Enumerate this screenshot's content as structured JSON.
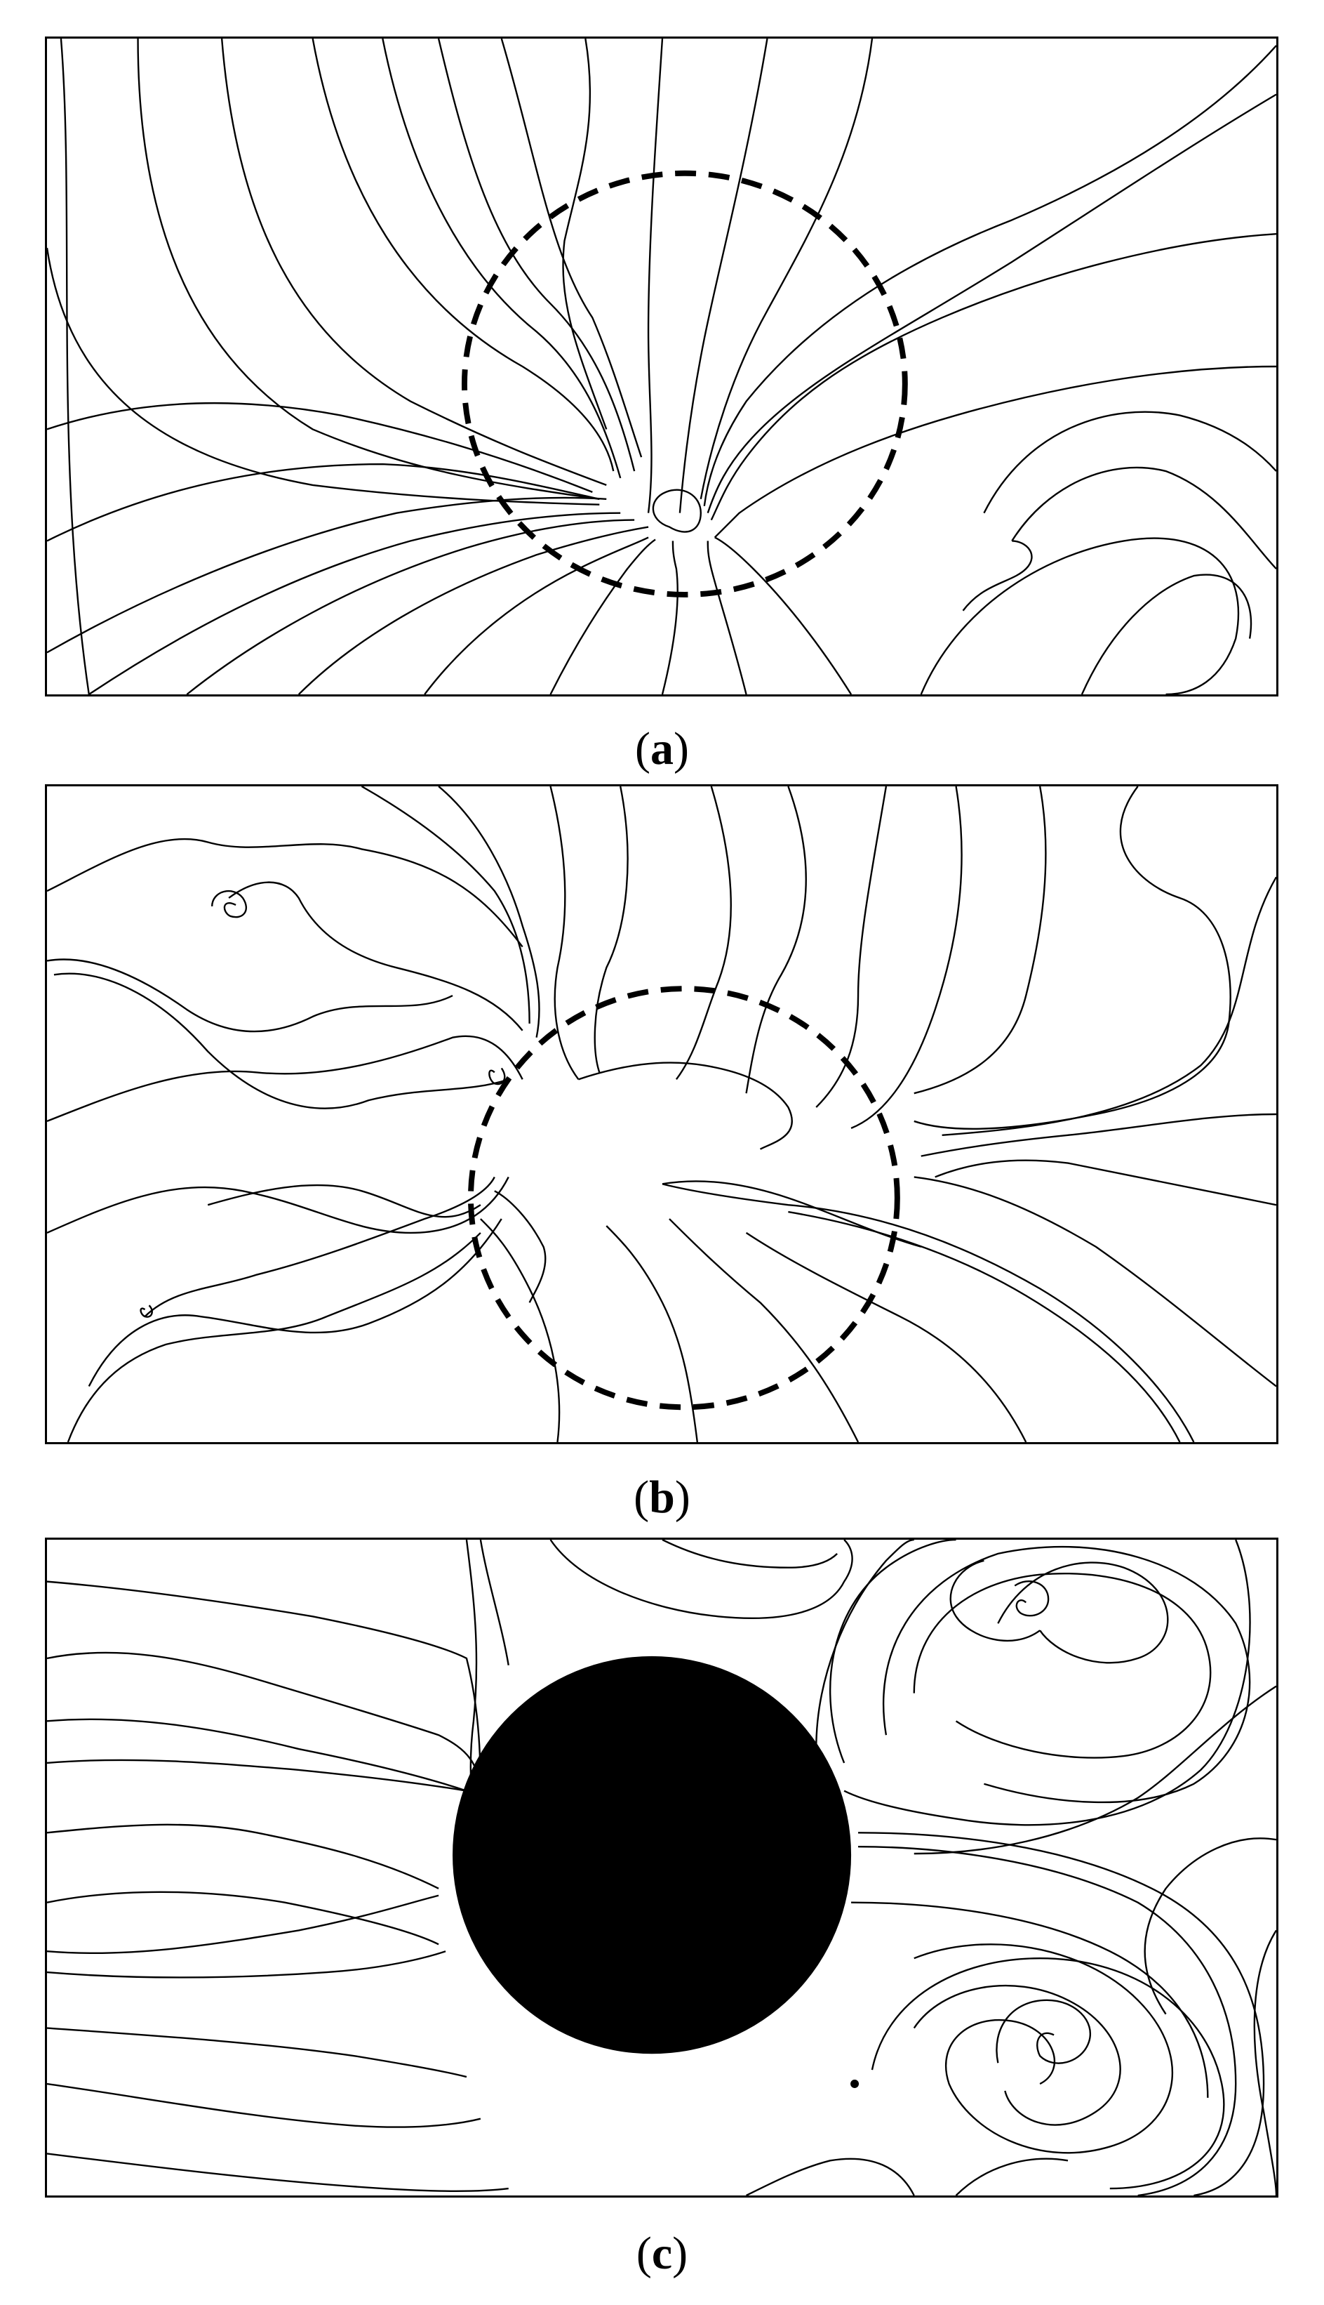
{
  "figure": {
    "panels": [
      {
        "id": "a",
        "label": "a"
      },
      {
        "id": "b",
        "label": "b"
      },
      {
        "id": "c",
        "label": "c"
      }
    ]
  },
  "colors": {
    "line": "#000000",
    "background": "#ffffff"
  }
}
